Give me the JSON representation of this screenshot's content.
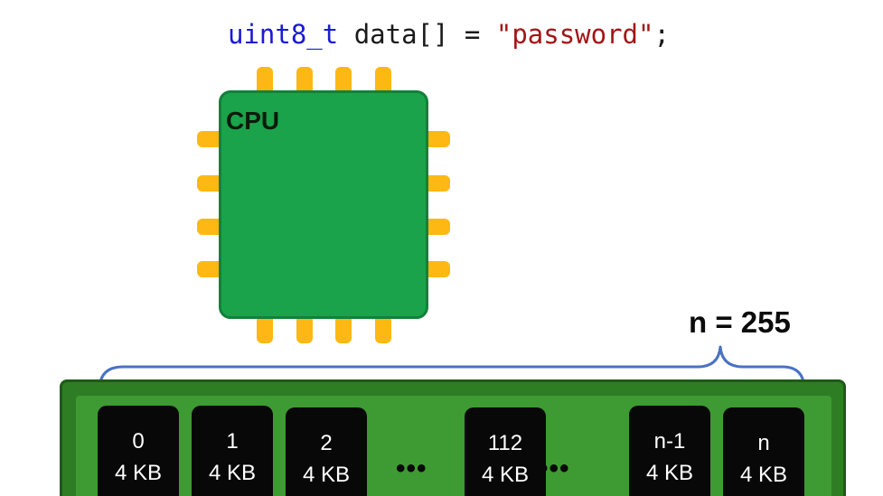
{
  "code": {
    "type": "uint8_t",
    "identifier": "data[]",
    "operator": "=",
    "string": "\"password\"",
    "terminator": ";"
  },
  "cpu": {
    "label": "CPU"
  },
  "memory": {
    "count_label": "n = 255",
    "chips": [
      {
        "index": "0",
        "size": "4 KB"
      },
      {
        "index": "1",
        "size": "4 KB"
      },
      {
        "index": "2",
        "size": "4 KB"
      },
      {
        "index": "112",
        "size": "4 KB"
      },
      {
        "index": "n-1",
        "size": "4 KB"
      },
      {
        "index": "n",
        "size": "4 KB"
      }
    ],
    "gap_symbol": "•••"
  },
  "colors": {
    "cpu_body": "#1aa34a",
    "cpu_pin": "#fdb813",
    "ram_board": "#2e7d24",
    "chip": "#080808",
    "brace": "#4a72c4",
    "code_type": "#1a1ad6",
    "code_string": "#a31515"
  }
}
